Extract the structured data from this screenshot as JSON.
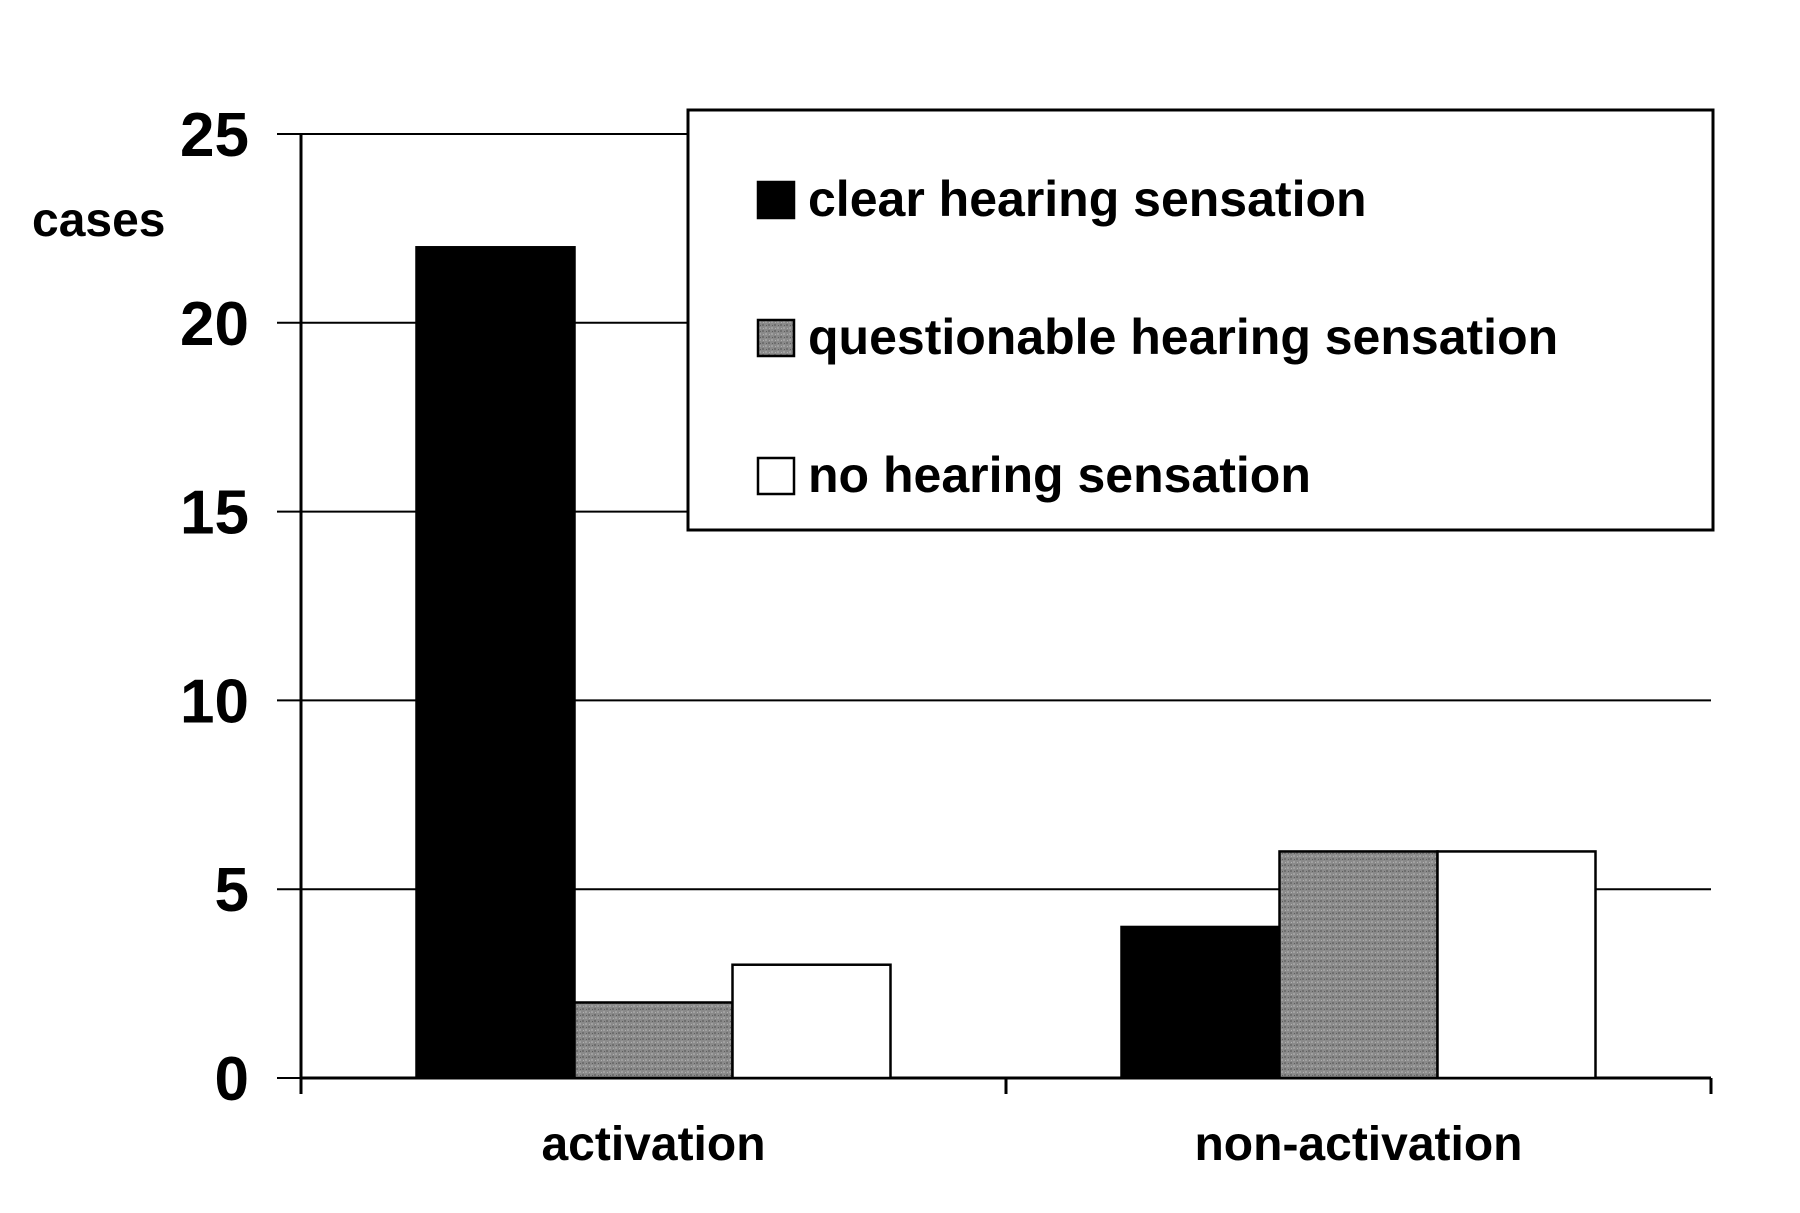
{
  "chart_data": {
    "type": "bar",
    "title": "",
    "xlabel": "",
    "ylabel": "cases",
    "ylim": [
      0,
      25
    ],
    "yticks": [
      0,
      5,
      10,
      15,
      20,
      25
    ],
    "categories": [
      "activation",
      "non-activation"
    ],
    "series": [
      {
        "name": "clear hearing sensation",
        "values": [
          22,
          4
        ],
        "color": "#000000"
      },
      {
        "name": "questionable hearing sensation",
        "values": [
          2,
          6
        ],
        "color": "#8a8a8a"
      },
      {
        "name": "no hearing sensation",
        "values": [
          3,
          6
        ],
        "color": "#ffffff"
      }
    ],
    "grid": true,
    "legend": "top-right"
  }
}
